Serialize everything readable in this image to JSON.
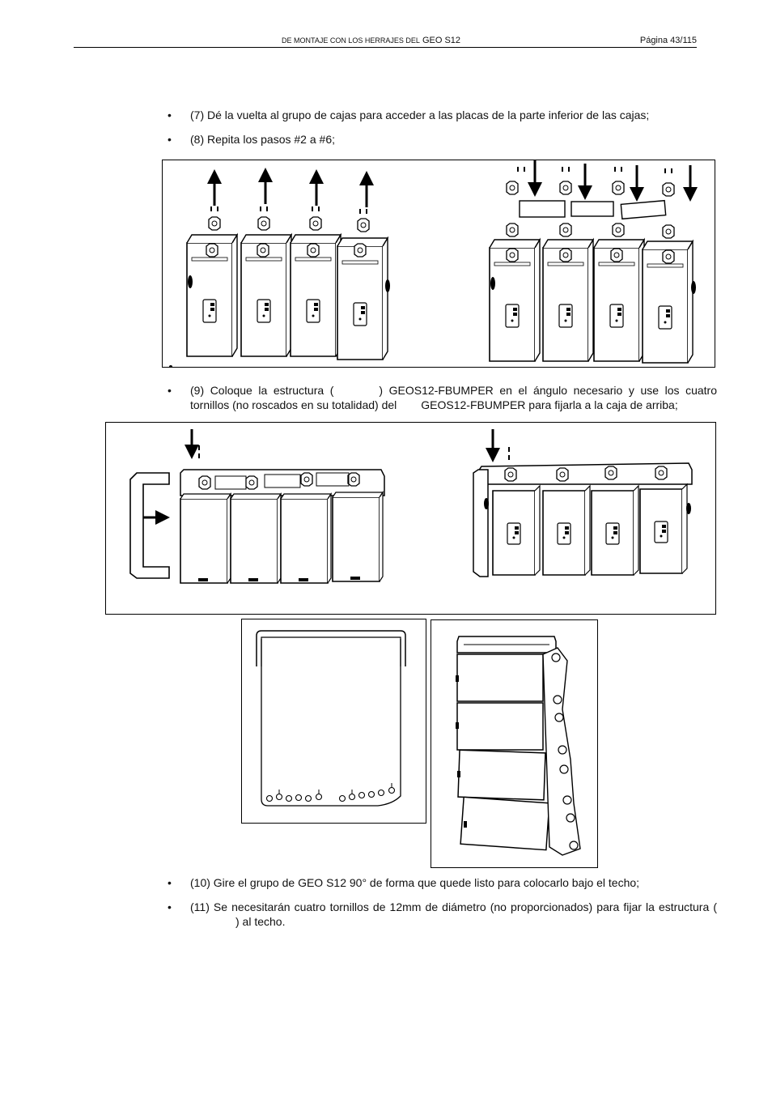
{
  "header": {
    "title_prefix": "DE MONTAJE CON LOS HERRAJES DEL",
    "title_model": "GEO S12",
    "page": "Página 43/115"
  },
  "steps": {
    "s7": "(7) Dé la vuelta al grupo de cajas para acceder a las placas de la parte inferior de las cajas;",
    "s8": "(8) Repita los pasos #2 a #6;",
    "s9_part1": "(9) Coloque la estructura (",
    "s9_part2": ") GEOS12-FBUMPER en el ángulo necesario y use los cuatro tornillos (no roscados en su totalidad) del",
    "s9_part3": "GEOS12-FBUMPER para fijarla a la caja de arriba;",
    "s10": "(10) Gire el grupo de GEO S12 90° de forma que quede listo para colocarlo bajo el techo;",
    "s11_part1": "(11) Se necesitarán cuatro tornillos de 12mm de diámetro (no proporcionados) para fijar la estructura (",
    "s11_part2": ") al techo."
  }
}
